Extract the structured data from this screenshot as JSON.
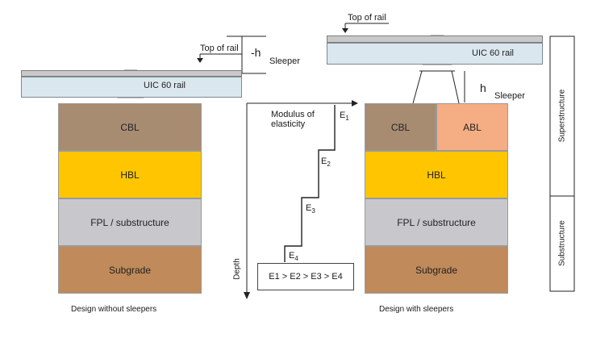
{
  "left": {
    "top_of_rail": "Top of rail",
    "minus_h": "-h",
    "sleeper": "Sleeper",
    "rail": "UIC 60 rail",
    "layers": [
      "CBL",
      "HBL",
      "FPL / substructure",
      "Subgrade"
    ],
    "caption": "Design without sleepers"
  },
  "right": {
    "top_of_rail": "Top of rail",
    "rail": "UIC 60 rail",
    "h": "h",
    "sleeper": "Sleeper",
    "layers": [
      "CBL",
      "ABL",
      "HBL",
      "FPL / substructure",
      "Subgrade"
    ],
    "caption": "Design with sleepers",
    "superstructure": "Superstructure",
    "substructure": "Substructure"
  },
  "middle": {
    "modulus_line1": "Modulus of",
    "modulus_line2": "elasticity",
    "depth": "Depth",
    "e1": "E",
    "e1_sub": "1",
    "e2": "E",
    "e2_sub": "2",
    "e3": "E",
    "e3_sub": "3",
    "e4": "E",
    "e4_sub": "4",
    "relation": "E1 > E2 > E3 > E4"
  },
  "colors": {
    "cbl": "#a88c72",
    "abl": "#f5ad83",
    "hbl": "#ffc600",
    "fpl": "#c8c8cc",
    "subgrade": "#c08a5a",
    "sleeper": "#dbe7ee"
  }
}
